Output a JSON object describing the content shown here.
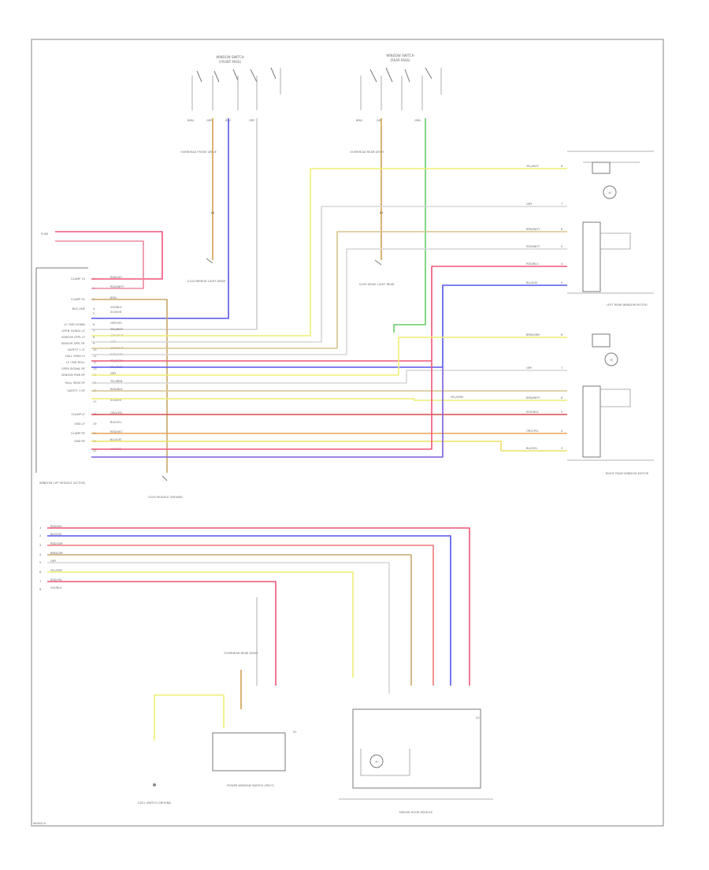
{
  "page": {
    "footer_code": "W0000-0"
  },
  "diagram": {
    "colors": {
      "red_pink": "#ee5577",
      "pink": "#e88aa0",
      "red": "#d94a4a",
      "orange": "#e8a25a",
      "tan": "#c9a66b",
      "yellow": "#eeee77",
      "gray": "#bdbdbd",
      "blue": "#5555ee",
      "violet": "#7b5fd8",
      "green": "#66cc66",
      "brown": "#b08a5a"
    },
    "labels": {
      "left_switch_title": "WINDOW SWITCH",
      "left_switch_sub": "(FRONT PASS)",
      "right_switch_title": "WINDOW SWITCH",
      "right_switch_sub": "(REAR PASS)",
      "left_harness_note": "OVERHEAD FRONT DRIVE",
      "right_harness_note": "OVERHEAD REAR DRIVE",
      "left_ground": "G104 MIRROR LIGHT DRIVE",
      "right_ground": "G105 DRIVE LIGHT REAR",
      "rear_left_motor": "LEFT REAR WINDOW MOTOR",
      "rear_right_motor": "RIGHT REAR WINDOW MOTOR",
      "module": "WINDOW LIFT MODULE (ACTIVE)",
      "module_ground": "G104 MODULE GROUND",
      "mirror_unit": "POWER WINDOW SWITCH (SPLIT)",
      "bottom_ground": "G201 SWITCH GROUND",
      "door_module": "DRIVER DOOR MODULE",
      "fuse_label": "FUSE",
      "connector_a": "X1",
      "connector_b": "X2",
      "m_a": "M",
      "m_b": "M",
      "m_c": "M"
    },
    "module_pins": [
      {
        "num": "1",
        "label": "CLAMP 15",
        "wire": "RED/VIO"
      },
      {
        "num": "2",
        "label": "",
        "wire": "RED/WHT"
      },
      {
        "num": "3",
        "label": "CLAMP 31",
        "wire": "BRN"
      },
      {
        "num": "4",
        "label": "BUS LINE",
        "wire": "VIO/BLU"
      },
      {
        "num": "5",
        "label": "",
        "wire": "X10458"
      },
      {
        "num": "6",
        "label": "LF CMD DOWN",
        "wire": "GRY/VIO"
      },
      {
        "num": "7",
        "label": "OPEN SIGNAL LF",
        "wire": "YEL/WHT"
      },
      {
        "num": "8",
        "label": "SENSOR SPPL LF",
        "wire": "GRY/WHT"
      },
      {
        "num": "9",
        "label": "SENSOR SPPL RF",
        "wire": "GRY"
      },
      {
        "num": "10",
        "label": "SAFETY 1 LF",
        "wire": "GRY/WHT"
      },
      {
        "num": "11",
        "label": "HALL SENS LF",
        "wire": "BRN/GRY"
      },
      {
        "num": "12",
        "label": "LF CMD ROLL",
        "wire": "YEL/GRN"
      },
      {
        "num": "13",
        "label": "OPEN SIGNAL RF",
        "wire": "YEL/RED"
      },
      {
        "num": "14",
        "label": "SENSOR PWR RF",
        "wire": "GRY"
      },
      {
        "num": "15",
        "label": "HALL SENS RF",
        "wire": "YEL/BRN"
      },
      {
        "num": "16",
        "label": "SAFETY 1 RF",
        "wire": "RED/BLK"
      },
      {
        "num": "17",
        "label": "",
        "wire": "X10459"
      },
      {
        "num": "18",
        "label": "CLAMP LF",
        "wire": "ORG/YEL"
      },
      {
        "num": "19",
        "label": "GND LF",
        "wire": "BLK/YEL"
      },
      {
        "num": "20",
        "label": "CLAMP RF",
        "wire": "RED/VIO"
      },
      {
        "num": "21",
        "label": "GND RF",
        "wire": "BLU/VIO"
      },
      {
        "num": "22",
        "label": "",
        "wire": "X10460"
      }
    ],
    "right_rear_wires": [
      {
        "wire": "YEL/WHT",
        "pin": "8"
      },
      {
        "wire": "GRY",
        "pin": "7"
      },
      {
        "wire": "BRN/WHT",
        "pin": "6"
      },
      {
        "wire": "RED/WHT",
        "pin": "5"
      },
      {
        "wire": "RED/BLU",
        "pin": "4"
      },
      {
        "wire": "BLU/VIO",
        "pin": "3"
      }
    ],
    "right_front_wires": [
      {
        "wire": "BRN/GRN",
        "pin": "8"
      },
      {
        "wire": "GRY",
        "pin": "7"
      },
      {
        "wire": "BRN/WHT",
        "pin": "6"
      },
      {
        "wire": "RED/BLK",
        "pin": "5"
      },
      {
        "wire": "ORG/YEL",
        "pin": "4"
      },
      {
        "wire": "BLK/YEL",
        "pin": "3"
      }
    ],
    "bottom_connector": [
      {
        "num": "1",
        "wire": "RED/VIO"
      },
      {
        "num": "2",
        "wire": "BLU/VIO"
      },
      {
        "num": "3",
        "wire": "RED/GRY"
      },
      {
        "num": "4",
        "wire": "BRN/GRY"
      },
      {
        "num": "5",
        "wire": "GRY"
      },
      {
        "num": "6",
        "wire": "YEL/GRY"
      },
      {
        "num": "7",
        "wire": "RED/YEL"
      },
      {
        "num": "8",
        "wire": "VIO/BLU"
      }
    ]
  }
}
